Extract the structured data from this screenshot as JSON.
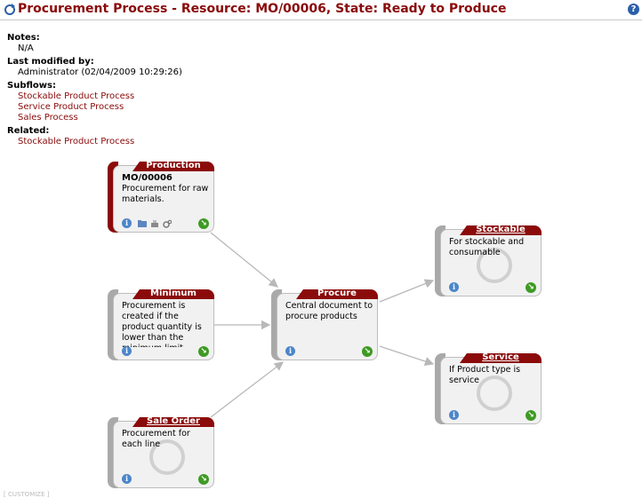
{
  "title": "Procurement Process - Resource: MO/00006, State: Ready to Produce",
  "info": {
    "notes_label": "Notes:",
    "notes_value": "N/A",
    "modified_label": "Last modified by:",
    "modified_value": "Administrator (02/04/2009 10:29:26)",
    "subflows_label": "Subflows:",
    "subflows": [
      "Stockable Product Process",
      "Service Product Process",
      "Sales Process"
    ],
    "related_label": "Related:",
    "related": [
      "Stockable Product Process"
    ]
  },
  "nodes": {
    "production": {
      "label": "Production",
      "code": "MO/00006",
      "description": "Procurement for raw materials."
    },
    "minimum": {
      "label": "Minimum",
      "description": "Procurement is created if the product quantity is lower than the minimum limit"
    },
    "sale_order": {
      "label": "Sale Order",
      "description": "Procurement for each line"
    },
    "procure": {
      "label": "Procure",
      "description": "Central document to procure products"
    },
    "stockable": {
      "label": "Stockable",
      "description": "For stockable and consumable"
    },
    "service": {
      "label": "Service",
      "description": "If Product type is service"
    }
  },
  "footer": "[ CUSTOMIZE ]",
  "colors": {
    "accent": "#8b0a0a",
    "node_bg": "#f1f1f1",
    "edge": "#b8b8b8"
  }
}
